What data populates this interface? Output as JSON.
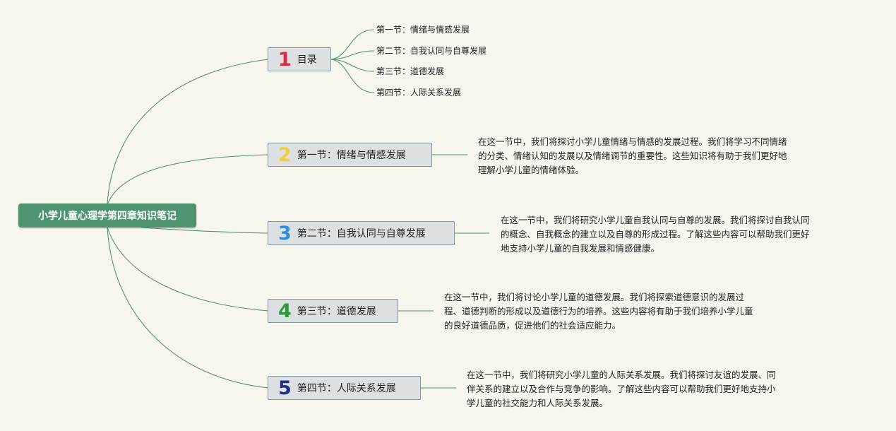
{
  "root": {
    "label": "小学儿童心理学第四章知识笔记"
  },
  "colors": {
    "background": "#f6f5ee",
    "root_fill": "#4f9470",
    "topic_fill": "#dde0e2",
    "topic_border": "#7d98a0",
    "connector": "#4f9470"
  },
  "topics": [
    {
      "number": "1",
      "number_color": "#d92b3a",
      "label": "目录",
      "subtopics": [
        "第一节：情绪与情感发展",
        "第二节：自我认同与自尊发展",
        "第三节：道德发展",
        "第四节：人际关系发展"
      ]
    },
    {
      "number": "2",
      "number_color": "#f2cf3a",
      "label": "第一节：情绪与情感发展",
      "description_lines": [
        "在这一节中，我们将探讨小学儿童情绪与情感的发展过程。我们将学习不同情绪",
        "的分类、情绪认知的发展以及情绪调节的重要性。这些知识将有助于我们更好地",
        "理解小学儿童的情绪体验。"
      ]
    },
    {
      "number": "3",
      "number_color": "#2f8fd8",
      "label": "第二节：自我认同与自尊发展",
      "description_lines": [
        "在这一节中，我们将研究小学儿童自我认同与自尊的发展。我们将探讨自我认同",
        "的概念、自我概念的建立以及自尊的形成过程。了解这些内容可以帮助我们更好",
        "地支持小学儿童的自我发展和情感健康。"
      ]
    },
    {
      "number": "4",
      "number_color": "#2e9b3a",
      "label": "第三节：道德发展",
      "description_lines": [
        "在这一节中，我们将讨论小学儿童的道德发展。我们将探索道德意识的发展过",
        "程、道德判断的形成以及道德行为的培养。这些内容将有助于我们培养小学儿童",
        "的良好道德品质，促进他们的社会适应能力。"
      ]
    },
    {
      "number": "5",
      "number_color": "#1f2f86",
      "label": "第四节：人际关系发展",
      "description_lines": [
        "在这一节中，我们将研究小学儿童的人际关系发展。我们将探讨友谊的发展、同",
        "伴关系的建立以及合作与竞争的影响。了解这些内容可以帮助我们更好地支持小",
        "学儿童的社交能力和人际关系发展。"
      ]
    }
  ]
}
